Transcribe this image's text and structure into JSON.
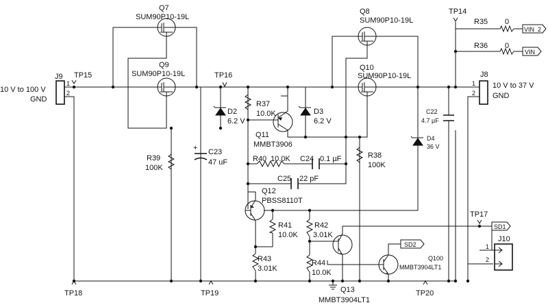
{
  "connectors": {
    "j9": {
      "ref": "J9",
      "pin1": "1",
      "pin2": "2",
      "label1": "10 V to 100 V",
      "label2": "GND"
    },
    "j8": {
      "ref": "J8",
      "pin1": "1",
      "pin2": "2",
      "label1": "10 V to 37 V",
      "label2": "GND"
    },
    "j10": {
      "ref": "J10",
      "pin1": "1",
      "pin2": "2"
    }
  },
  "testpoints": {
    "tp14": "TP14",
    "tp15": "TP15",
    "tp16": "TP16",
    "tp17": "TP17",
    "tp18": "TP18",
    "tp19": "TP19",
    "tp20": "TP20"
  },
  "mosfets": {
    "q7": {
      "ref": "Q7",
      "part": "SUM90P10-19L"
    },
    "q9": {
      "ref": "Q9",
      "part": "SUM90P10-19L"
    },
    "q8": {
      "ref": "Q8",
      "part": "SUM90P10-19L"
    },
    "q10": {
      "ref": "Q10",
      "part": "SUM90P10-19L"
    }
  },
  "transistors": {
    "q11": {
      "ref": "Q11",
      "part": "MMBT3906"
    },
    "q12": {
      "ref": "Q12",
      "part": "PBSS8110T"
    },
    "q13": {
      "ref": "Q13",
      "part": "MMBT3904LT1"
    },
    "q100": {
      "ref": "Q100",
      "part": "MMBT3904LT1"
    }
  },
  "diodes": {
    "d2": {
      "ref": "D2",
      "value": "6.2 V"
    },
    "d3": {
      "ref": "D3",
      "value": "6.2 V"
    },
    "d4": {
      "ref": "D4",
      "value": "36 V"
    }
  },
  "resistors": {
    "r35": {
      "ref": "R35",
      "value": "0"
    },
    "r36": {
      "ref": "R36",
      "value": "0"
    },
    "r37": {
      "ref": "R37",
      "value": "10.0K"
    },
    "r38": {
      "ref": "R38",
      "value": "100K"
    },
    "r39": {
      "ref": "R39",
      "value": "100K"
    },
    "r40": {
      "ref": "R40",
      "value": "10.0K"
    },
    "r41": {
      "ref": "R41",
      "value": "10.0K"
    },
    "r42": {
      "ref": "R42",
      "value": "3.01K"
    },
    "r43": {
      "ref": "R43",
      "value": "3.01K"
    },
    "r44": {
      "ref": "R44",
      "value": "10.0K"
    }
  },
  "capacitors": {
    "c22": {
      "ref": "C22",
      "value": "4.7 µF"
    },
    "c23": {
      "ref": "C23",
      "value": "47 uF"
    },
    "c24": {
      "ref": "C24",
      "value": "0.1 µF"
    },
    "c25": {
      "ref": "C25",
      "value": "22 pF"
    }
  },
  "net_flags": {
    "vin2": "VIN_2",
    "vin": "VIN",
    "sd1": "SD1",
    "sd2": "SD2"
  },
  "polarity_plus": "+"
}
